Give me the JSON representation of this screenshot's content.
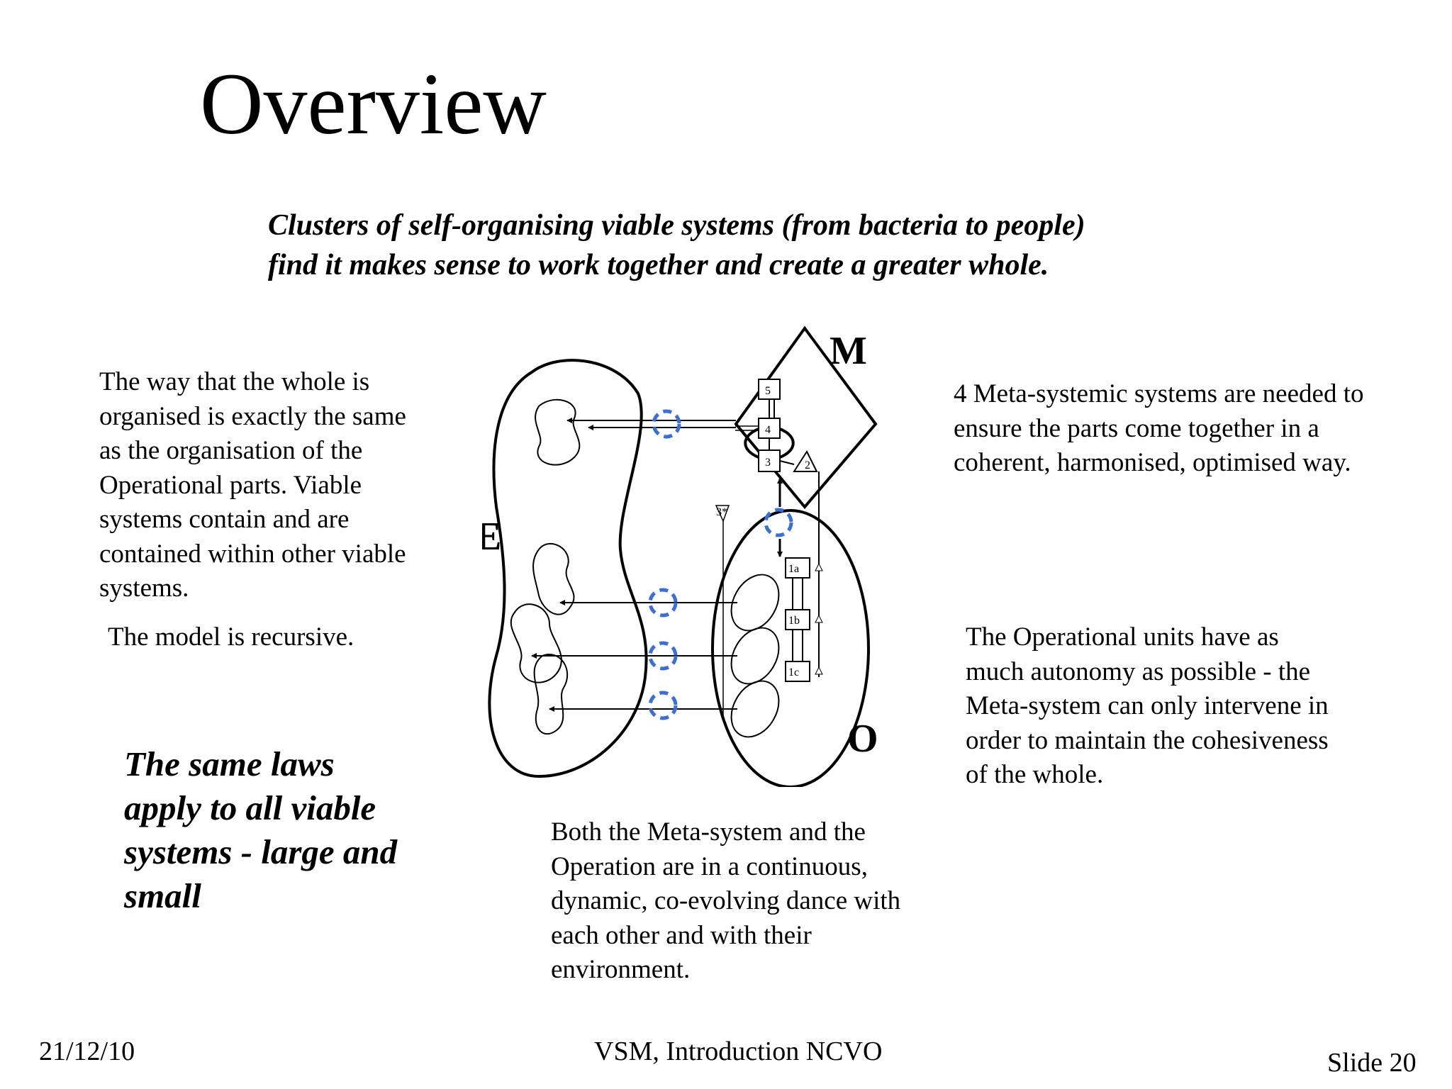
{
  "slide": {
    "title": "Overview",
    "subtitle_line1": "Clusters of self-organising viable systems (from bacteria to people)",
    "subtitle_line2": "find it makes sense to work together and create a greater whole.",
    "left_paragraph": "The way that the whole is organised is exactly the same as the organisation of the Operational parts. Viable systems contain and are contained within other viable systems.",
    "recursive_note": "The model is recursive.",
    "laws_statement": "The same laws apply to all viable systems - large and small",
    "right_top_paragraph": "4 Meta-systemic systems are needed to ensure the parts come together in a coherent, harmonised, optimised way.",
    "right_bottom_paragraph": "The Operational units have as much autonomy as possible - the Meta-system can only intervene in order to maintain the cohesiveness of the whole.",
    "bottom_center_paragraph": "Both the Meta-system and the Operation are in a continuous, dynamic, co-evolving dance with each other and with their environment."
  },
  "diagram": {
    "label_metasystem": "M",
    "label_environment": "E",
    "label_operation": "O",
    "box_5": "5",
    "box_4": "4",
    "box_3": "3",
    "triangle_2": "2",
    "triangle_3star": "3*",
    "unit_1a": "1a",
    "unit_1b": "1b",
    "unit_1c": "1c",
    "accent_color": "#3a6fd8"
  },
  "footer": {
    "date": "21/12/10",
    "center": "VSM, Introduction NCVO",
    "slide_number": "Slide 20"
  }
}
